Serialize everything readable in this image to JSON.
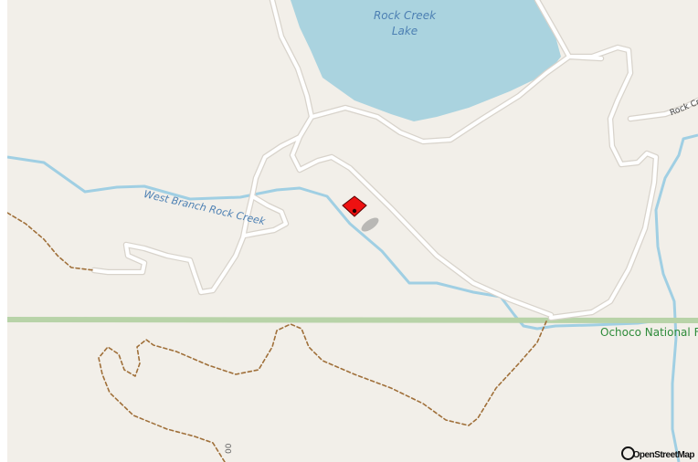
{
  "map": {
    "lake_label_line1": "Rock Creek",
    "lake_label_line2": "Lake",
    "river_label": "West Branch Rock Creek",
    "road_label": "Rock Cr",
    "forest_label": "Ochoco National F",
    "trail_number": "00",
    "attribution": "OpenStreetMap",
    "colors": {
      "land": "#f2efe9",
      "water": "#aad3df",
      "river": "#a0cfe3",
      "road": "#ffffff",
      "trail": "#a0703a",
      "boundary": "#b8d3a8",
      "marker": "#ee1111"
    },
    "marker": {
      "icon": "map-pin-icon"
    }
  }
}
